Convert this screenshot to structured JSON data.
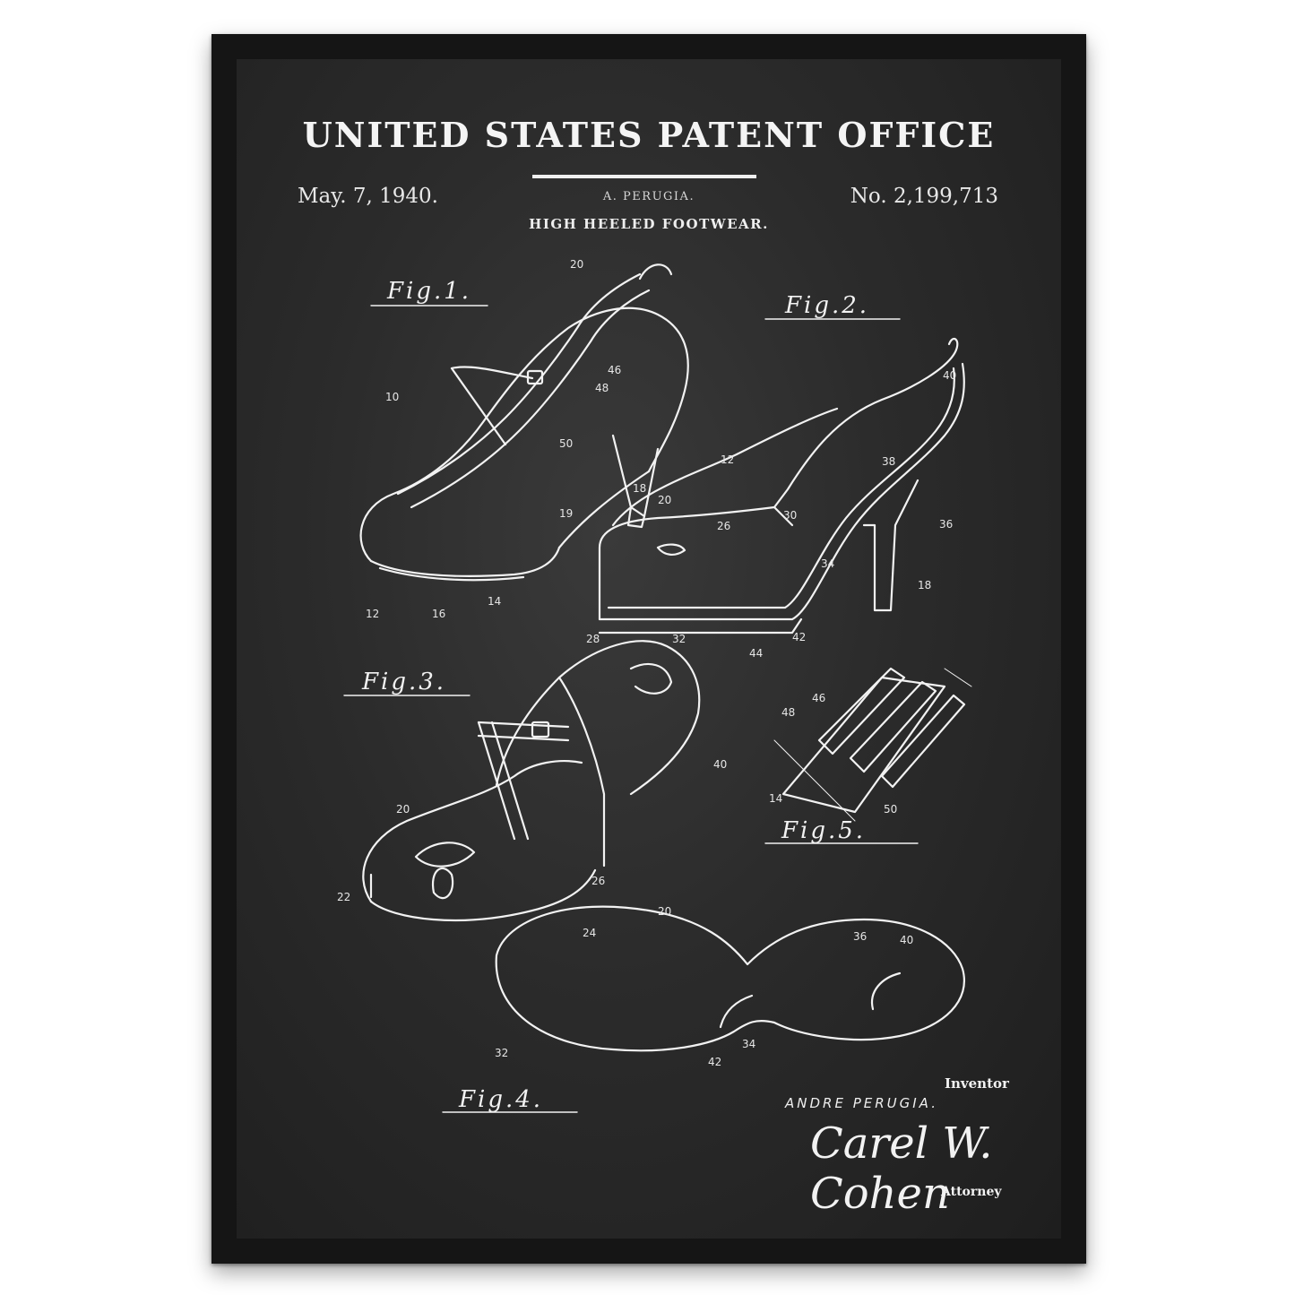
{
  "header": {
    "title": "UNITED STATES PATENT OFFICE",
    "date": "May. 7, 1940.",
    "inventor_short": "A. PERUGIA.",
    "patent_number": "No. 2,199,713",
    "subtitle": "HIGH HEELED FOOTWEAR."
  },
  "figures": {
    "fig1": "Fig.1.",
    "fig2": "Fig.2.",
    "fig3": "Fig.3.",
    "fig4": "Fig.4.",
    "fig5": "Fig.5."
  },
  "reference_numbers": {
    "fig1": [
      "20",
      "46",
      "48",
      "10",
      "50",
      "18",
      "19",
      "12",
      "16",
      "14"
    ],
    "fig2": [
      "40",
      "12",
      "38",
      "20",
      "30",
      "26",
      "36",
      "34",
      "18",
      "28",
      "32",
      "44",
      "42"
    ],
    "fig3": [
      "40",
      "20",
      "26",
      "22",
      "24"
    ],
    "fig4": [
      "20",
      "36",
      "40",
      "32",
      "42",
      "34"
    ],
    "fig5": [
      "48",
      "46",
      "14",
      "50"
    ]
  },
  "footer": {
    "inventor_label": "Inventor",
    "inventor_name": "ANDRE PERUGIA.",
    "signature": "Carel W. Cohen",
    "attorney_label": "Attorney"
  },
  "colors": {
    "frame": "#151515",
    "chalkboard": "#2b2b2b",
    "ink": "#f2f2f2"
  }
}
